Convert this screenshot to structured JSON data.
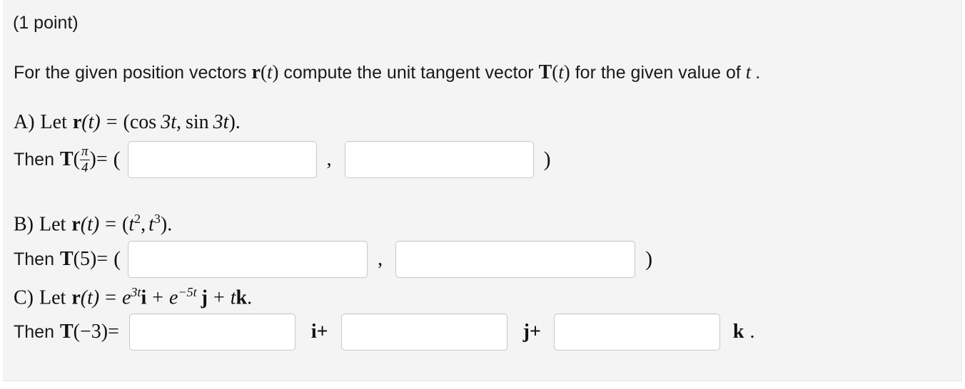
{
  "panel": {
    "background_color": "#f4f4f4",
    "page_background_color": "#ffffff",
    "input_border_color": "#c9c9c9",
    "input_fill_color": "#ffffff",
    "text_color": "#111111"
  },
  "header": {
    "point_value": "(1 point)",
    "prompt_prefix": "For the given position vectors ",
    "prompt_vector_r": "r",
    "prompt_r_arg": "(t)",
    "prompt_middle": " compute the unit tangent vector ",
    "prompt_vector_T": "T",
    "prompt_T_arg": "(t)",
    "prompt_suffix": " for the given value of ",
    "prompt_var": "t",
    "prompt_end": "."
  },
  "parts": [
    {
      "id": "A",
      "label": "A)",
      "let_word": "Let",
      "function_name": "r",
      "function_arg": "(t)",
      "equals": "=",
      "definition_open": "(",
      "definition_term1_fn": "cos",
      "definition_term1_arg": "3t",
      "definition_comma": ",",
      "definition_term2_fn": "sin",
      "definition_term2_arg": "3t",
      "definition_close": ").",
      "then_word": "Then",
      "eval_name": "T",
      "eval_open": "(",
      "eval_fraction_numerator": "π",
      "eval_fraction_denominator": "4",
      "eval_close": ")=",
      "answer_open_paren": "(",
      "answer_comma": ",",
      "answer_close_paren": ")",
      "inputs": [
        {
          "name": "answer-a-x",
          "value": "",
          "placeholder": ""
        },
        {
          "name": "answer-a-y",
          "value": "",
          "placeholder": ""
        }
      ]
    },
    {
      "id": "B",
      "label": "B)",
      "let_word": "Let",
      "function_name": "r",
      "function_arg": "(t)",
      "equals": "=",
      "definition_open": "(",
      "definition_term1_base": "t",
      "definition_term1_exp": "2",
      "definition_comma": ",",
      "definition_term2_base": "t",
      "definition_term2_exp": "3",
      "definition_close": ").",
      "then_word": "Then",
      "eval_name": "T",
      "eval_arg": "(5)=",
      "answer_open_paren": "(",
      "answer_comma": ",",
      "answer_close_paren": ")",
      "inputs": [
        {
          "name": "answer-b-x",
          "value": "",
          "placeholder": ""
        },
        {
          "name": "answer-b-y",
          "value": "",
          "placeholder": ""
        }
      ]
    },
    {
      "id": "C",
      "label": "C)",
      "let_word": "Let",
      "function_name": "r",
      "function_arg": "(t)",
      "equals": "=",
      "term1_base": "e",
      "term1_exp": "3t",
      "term1_unit": "i",
      "plus1": "+",
      "term2_base": "e",
      "term2_exp": "−5t",
      "term2_unit": "j",
      "plus2": "+",
      "term3_coeff": "t",
      "term3_unit": "k",
      "definition_end": ".",
      "then_word": "Then",
      "eval_name": "T",
      "eval_arg": "(−3)=",
      "unit_i_plus": "i+",
      "unit_j_plus": "j+",
      "unit_k": "k",
      "trailing_period": ".",
      "inputs": [
        {
          "name": "answer-c-i",
          "value": "",
          "placeholder": ""
        },
        {
          "name": "answer-c-j",
          "value": "",
          "placeholder": ""
        },
        {
          "name": "answer-c-k",
          "value": "",
          "placeholder": ""
        }
      ]
    }
  ]
}
